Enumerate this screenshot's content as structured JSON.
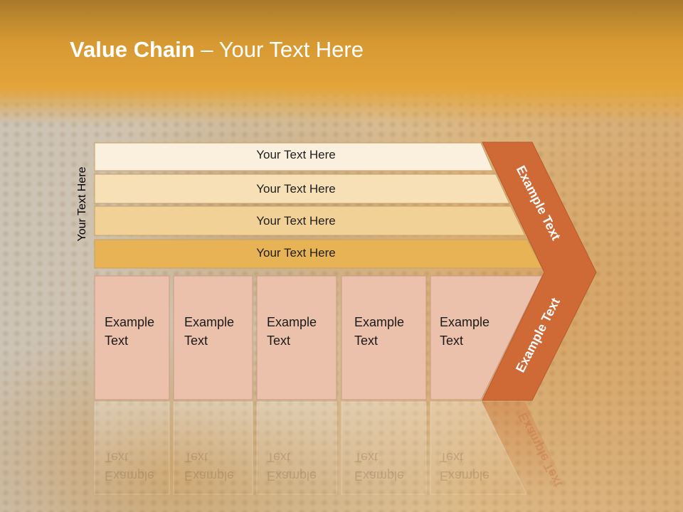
{
  "title": {
    "bold": "Value Chain",
    "rest": " – Your Text Here"
  },
  "vertical_label": "Your Text Here",
  "rows": [
    "Your Text Here",
    "Your Text Here",
    "Your Text Here",
    "Your Text Here"
  ],
  "boxes": [
    {
      "line1": "Example",
      "line2": "Text"
    },
    {
      "line1": "Example",
      "line2": "Text"
    },
    {
      "line1": "Example",
      "line2": "Text"
    },
    {
      "line1": "Example",
      "line2": "Text"
    },
    {
      "line1": "Example",
      "line2": "Text"
    }
  ],
  "chevron": {
    "upper": "Example Text",
    "lower": "Example Text"
  },
  "colors": {
    "chevron": "#cf6a37",
    "box_fill": "#ecc1ab",
    "box_stroke": "#c79a86",
    "row1": "#faf0dd",
    "row2": "#f7e0b6",
    "row3": "#f2d196",
    "row4": "#e8b355"
  }
}
